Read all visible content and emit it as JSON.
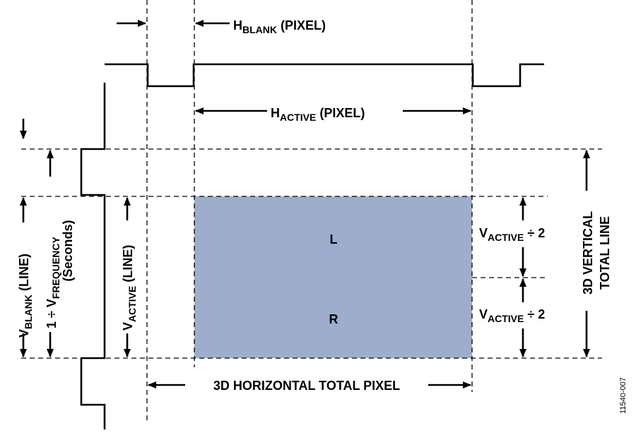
{
  "labels": {
    "hblank_main": "H",
    "hblank_sub": "BLANK",
    "hblank_unit": " (PIXEL)",
    "hactive_main": "H",
    "hactive_sub": "ACTIVE",
    "hactive_unit": " (PIXEL)",
    "vblank_main": "V",
    "vblank_sub": "BLANK",
    "vblank_unit": " (LINE)",
    "vfreq_prefix": "1 ÷ V",
    "vfreq_sub": "FREQUENCY",
    "vfreq_seconds": "(Seconds)",
    "vactive_main": "V",
    "vactive_sub": "ACTIVE",
    "vactive_unit": " (LINE)",
    "left_frame": "L",
    "right_frame": "R",
    "half_main": "V",
    "half_sub": "ACTIVE",
    "half_suffix": " ÷ 2",
    "vertical_total_line1": "3D VERTICAL",
    "vertical_total_line2": "TOTAL LINE",
    "horizontal_total": "3D HORIZONTAL TOTAL PIXEL",
    "figure_id": "11540-007"
  },
  "colors": {
    "active_fill": "#9eadcb",
    "line": "#000000"
  }
}
